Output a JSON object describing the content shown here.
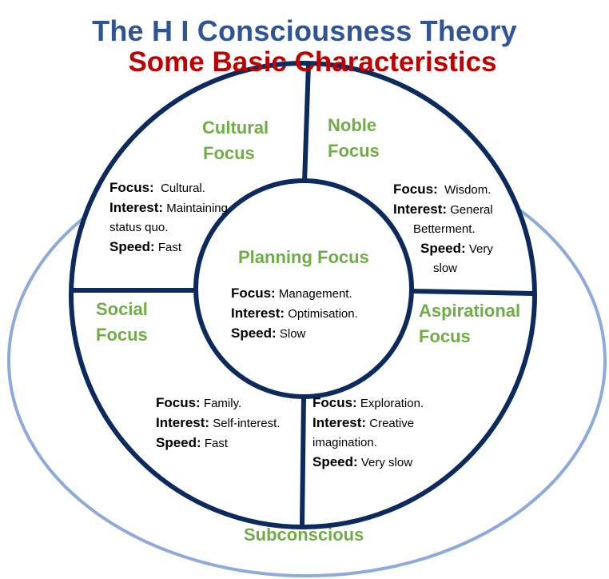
{
  "title": "The H I Consciousness Theory",
  "subtitle": "Some Basic Characteristics",
  "colors": {
    "title": "#2f5597",
    "subtitle": "#c00000",
    "segment_title": "#70ad47",
    "ring_stroke": "#0d2a5e",
    "outer_ellipse": "#8eaadb"
  },
  "outer_label": "Subconscious",
  "segments": {
    "cultural": {
      "title_line1": "Cultural",
      "title_line2": "Focus",
      "focus_label": "Focus:",
      "focus_value": "Cultural.",
      "interest_label": "Interest:",
      "interest_value_line1": "Maintaining",
      "interest_value_line2": "status quo.",
      "speed_label": "Speed:",
      "speed_value": "Fast"
    },
    "noble": {
      "title_line1": "Noble",
      "title_line2": "Focus",
      "focus_label": "Focus:",
      "focus_value": "Wisdom.",
      "interest_label": "Interest:",
      "interest_value_line1": "General",
      "interest_value_line2": "Betterment.",
      "speed_label": "Speed:",
      "speed_value_line1": "Very",
      "speed_value_line2": "slow"
    },
    "planning": {
      "title": "Planning Focus",
      "focus_label": "Focus:",
      "focus_value": "Management.",
      "interest_label": "Interest:",
      "interest_value": "Optimisation.",
      "speed_label": "Speed:",
      "speed_value": "Slow"
    },
    "social": {
      "title_line1": "Social",
      "title_line2": "Focus",
      "focus_label": "Focus:",
      "focus_value": "Family.",
      "interest_label": "Interest:",
      "interest_value": "Self-interest.",
      "speed_label": "Speed:",
      "speed_value": "Fast"
    },
    "aspirational": {
      "title_line1": "Aspirational",
      "title_line2": "Focus",
      "focus_label": "Focus:",
      "focus_value": "Exploration.",
      "interest_label": "Interest:",
      "interest_value_line1": "Creative",
      "interest_value_line2": "imagination.",
      "speed_label": "Speed:",
      "speed_value": "Very slow"
    }
  }
}
